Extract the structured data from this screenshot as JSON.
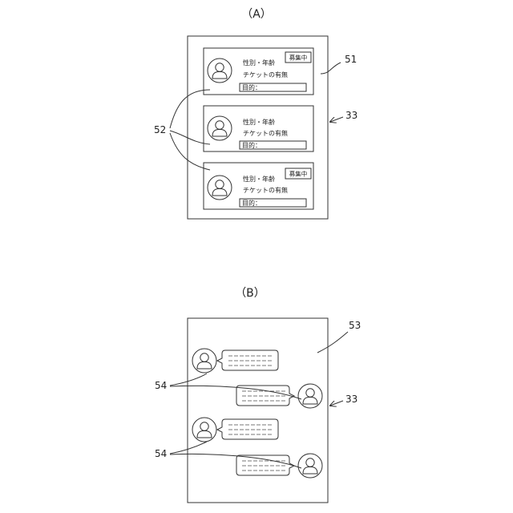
{
  "panel_a": {
    "label": "（A）",
    "ref_screen": "51",
    "ref_device": "33",
    "ref_avatar": "52",
    "cards": [
      {
        "line1": "性別・年齢",
        "line2": "チケットの有無",
        "purpose": "目的：",
        "badge": "募集中"
      },
      {
        "line1": "性別・年齢",
        "line2": "チケットの有無",
        "purpose": "目的：",
        "badge": ""
      },
      {
        "line1": "性別・年齢",
        "line2": "チケットの有無",
        "purpose": "目的：",
        "badge": "募集中"
      }
    ]
  },
  "panel_b": {
    "label": "（B）",
    "ref_screen": "53",
    "ref_device": "33",
    "ref_avatar_top": "54",
    "ref_avatar_bottom": "54",
    "messages": [
      {
        "side": "left",
        "icon": "user-avatar-icon"
      },
      {
        "side": "right",
        "icon": "user-avatar-icon"
      },
      {
        "side": "left",
        "icon": "user-avatar-icon"
      },
      {
        "side": "right",
        "icon": "user-avatar-icon"
      }
    ]
  }
}
